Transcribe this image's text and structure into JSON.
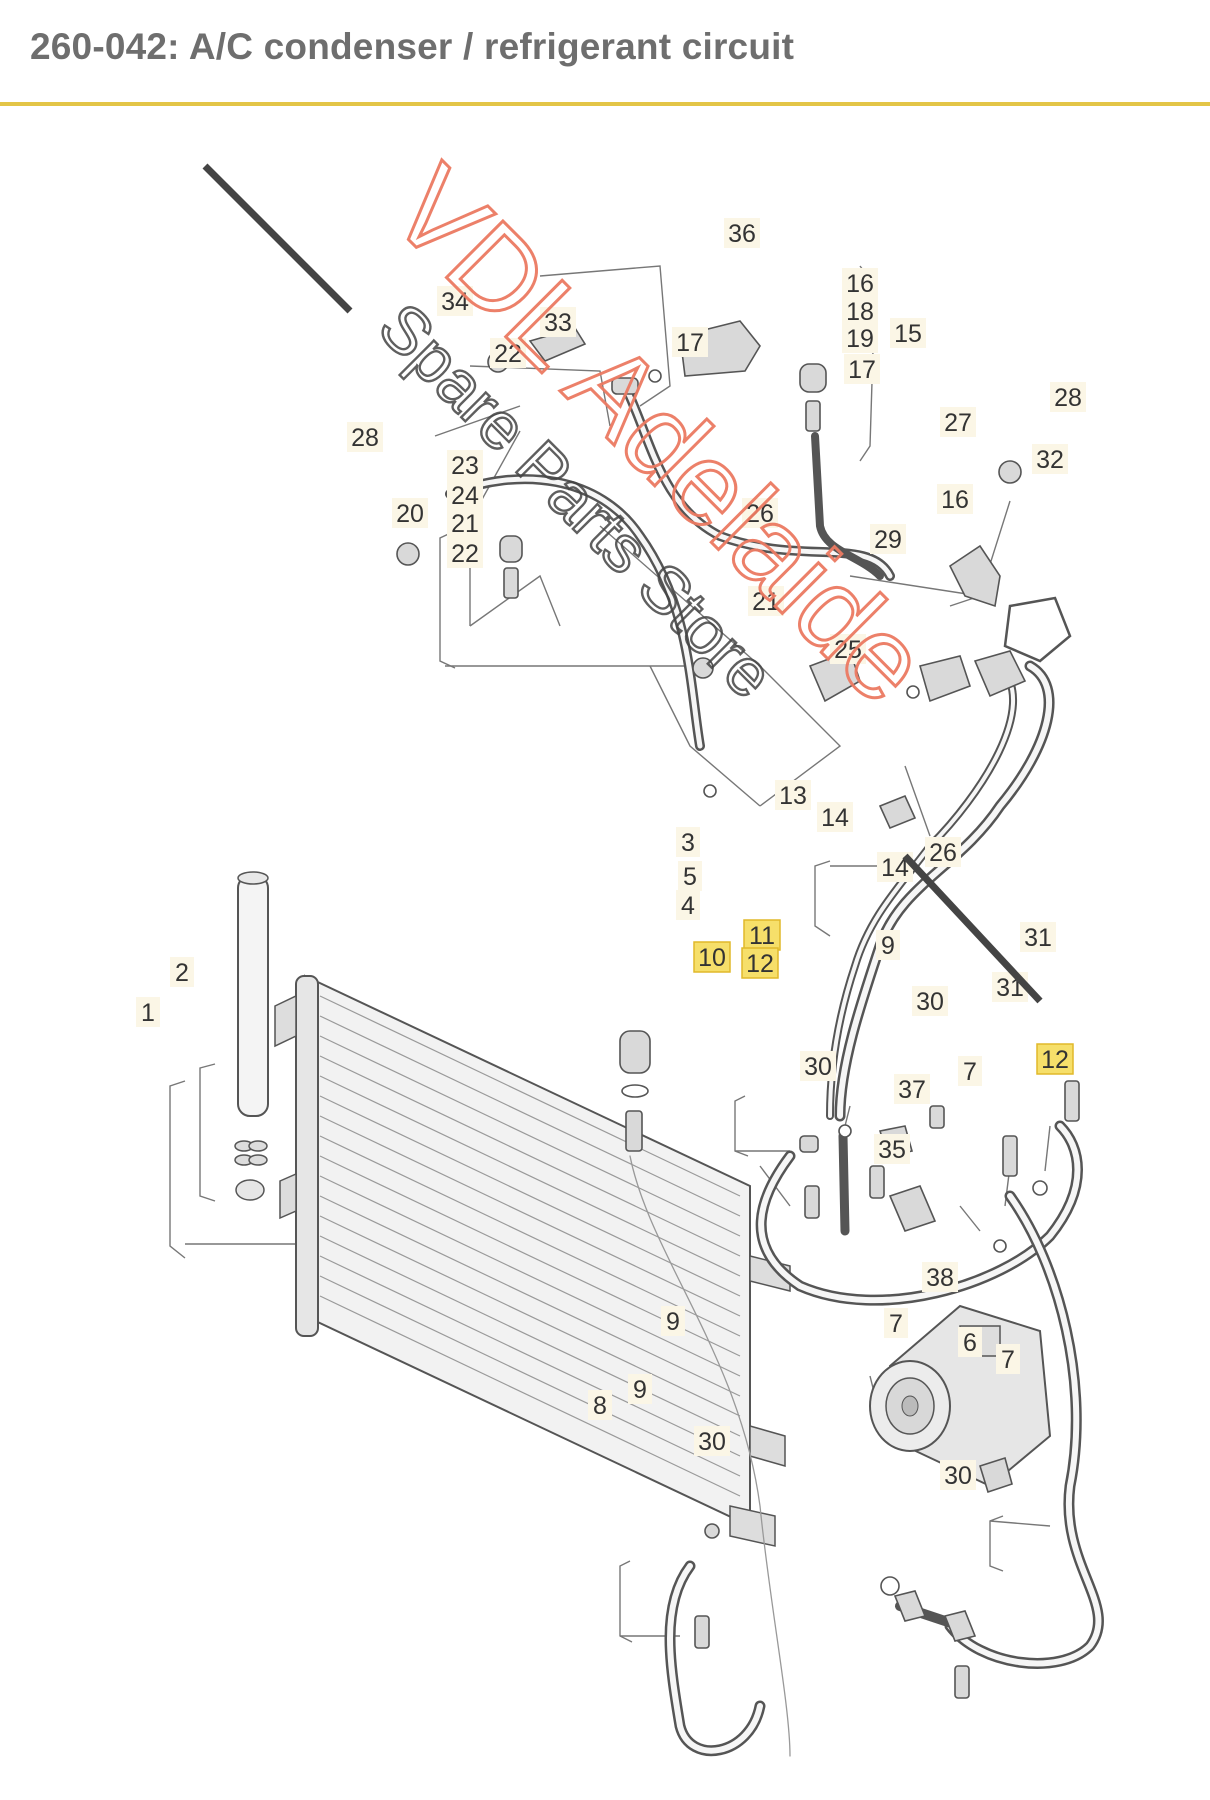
{
  "header": {
    "title": "260-042: A/C condenser / refrigerant circuit",
    "accent_color": "#e3c547"
  },
  "watermark": {
    "line1": "VDL Adelaide",
    "line2": "Spare Parts Store",
    "line1_color": "#ec7a62",
    "line2_color": "#444444"
  },
  "callouts": [
    {
      "num": "36",
      "highlighted": false
    },
    {
      "num": "34",
      "highlighted": false
    },
    {
      "num": "33",
      "highlighted": false
    },
    {
      "num": "17",
      "highlighted": false
    },
    {
      "num": "16",
      "highlighted": false
    },
    {
      "num": "18",
      "highlighted": false
    },
    {
      "num": "19",
      "highlighted": false
    },
    {
      "num": "15",
      "highlighted": false
    },
    {
      "num": "17",
      "highlighted": false
    },
    {
      "num": "22",
      "highlighted": false
    },
    {
      "num": "28",
      "highlighted": false
    },
    {
      "num": "28",
      "highlighted": false
    },
    {
      "num": "27",
      "highlighted": false
    },
    {
      "num": "32",
      "highlighted": false
    },
    {
      "num": "23",
      "highlighted": false
    },
    {
      "num": "24",
      "highlighted": false
    },
    {
      "num": "20",
      "highlighted": false
    },
    {
      "num": "21",
      "highlighted": false
    },
    {
      "num": "22",
      "highlighted": false
    },
    {
      "num": "16",
      "highlighted": false
    },
    {
      "num": "26",
      "highlighted": false
    },
    {
      "num": "29",
      "highlighted": false
    },
    {
      "num": "21",
      "highlighted": false
    },
    {
      "num": "25",
      "highlighted": false
    },
    {
      "num": "13",
      "highlighted": false
    },
    {
      "num": "14",
      "highlighted": false
    },
    {
      "num": "3",
      "highlighted": false
    },
    {
      "num": "5",
      "highlighted": false
    },
    {
      "num": "4",
      "highlighted": false
    },
    {
      "num": "14",
      "highlighted": false
    },
    {
      "num": "26",
      "highlighted": false
    },
    {
      "num": "11",
      "highlighted": true
    },
    {
      "num": "10",
      "highlighted": true
    },
    {
      "num": "12",
      "highlighted": true
    },
    {
      "num": "9",
      "highlighted": false
    },
    {
      "num": "31",
      "highlighted": false
    },
    {
      "num": "31",
      "highlighted": false
    },
    {
      "num": "30",
      "highlighted": false
    },
    {
      "num": "30",
      "highlighted": false
    },
    {
      "num": "37",
      "highlighted": false
    },
    {
      "num": "7",
      "highlighted": false
    },
    {
      "num": "12",
      "highlighted": true
    },
    {
      "num": "2",
      "highlighted": false
    },
    {
      "num": "1",
      "highlighted": false
    },
    {
      "num": "35",
      "highlighted": false
    },
    {
      "num": "38",
      "highlighted": false
    },
    {
      "num": "9",
      "highlighted": false
    },
    {
      "num": "7",
      "highlighted": false
    },
    {
      "num": "6",
      "highlighted": false
    },
    {
      "num": "7",
      "highlighted": false
    },
    {
      "num": "8",
      "highlighted": false
    },
    {
      "num": "9",
      "highlighted": false
    },
    {
      "num": "30",
      "highlighted": false
    },
    {
      "num": "30",
      "highlighted": false
    }
  ]
}
